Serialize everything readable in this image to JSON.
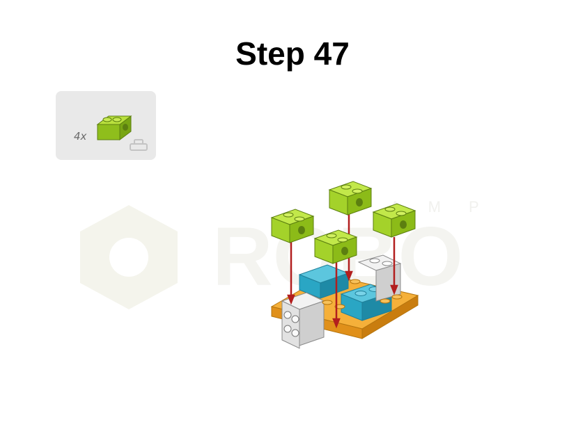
{
  "step": {
    "title": "Step 47"
  },
  "parts_list": {
    "quantity": "4x",
    "part": "lime-technic-brick-1x2-with-hole",
    "part_color": "#a4d22a"
  },
  "watermark": {
    "text": "ROBO",
    "subtext": "AMP",
    "color": "#f3f3ec"
  },
  "model": {
    "icon": "lego-assembly-illustration",
    "arrow_color": "#b21e1e",
    "colors": {
      "lime": "#a4d22a",
      "cyan": "#2aa6c4",
      "orange": "#f0a21e",
      "white": "#e6e6e6"
    }
  }
}
